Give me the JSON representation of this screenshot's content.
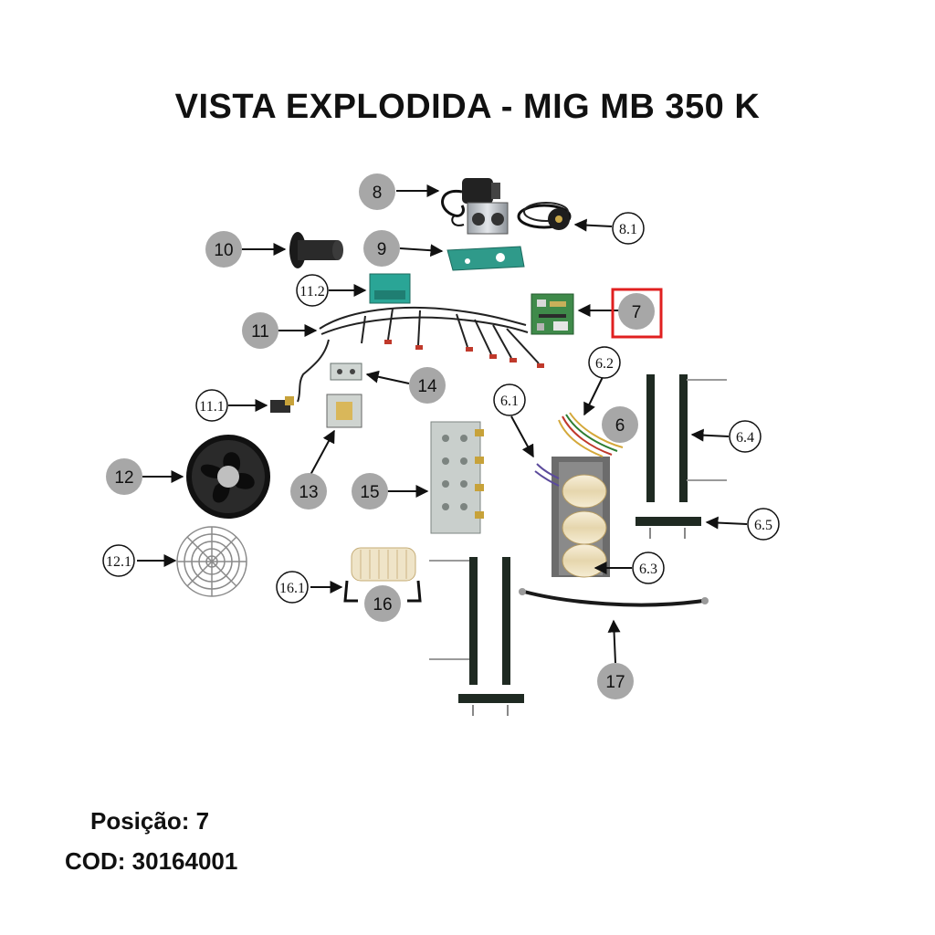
{
  "title": "VISTA EXPLODIDA - MIG MB 350 K",
  "callouts": {
    "c8": "8",
    "c8_1": "8.1",
    "c10": "10",
    "c9": "9",
    "c11_2": "11.2",
    "c7": "7",
    "c11": "11",
    "c6_2": "6.2",
    "c14": "14",
    "c6_1": "6.1",
    "c11_1": "11.1",
    "c6": "6",
    "c6_4": "6.4",
    "c12": "12",
    "c13": "13",
    "c15": "15",
    "c6_5": "6.5",
    "c12_1": "12.1",
    "c6_3": "6.3",
    "c16_1": "16.1",
    "c16": "16",
    "c17": "17"
  },
  "highlighted_callout": "7",
  "colors": {
    "filled_callout": "#a7a7a7",
    "highlight": "#e02020",
    "pcb_green": "#3f8a4a",
    "bracket_teal": "#2f9a8a",
    "rail_dark": "#1f2a22",
    "coil_cream": "#efe4c8"
  },
  "footer": {
    "position_label": "Posição: 7",
    "code_label": "COD: 30164001"
  }
}
